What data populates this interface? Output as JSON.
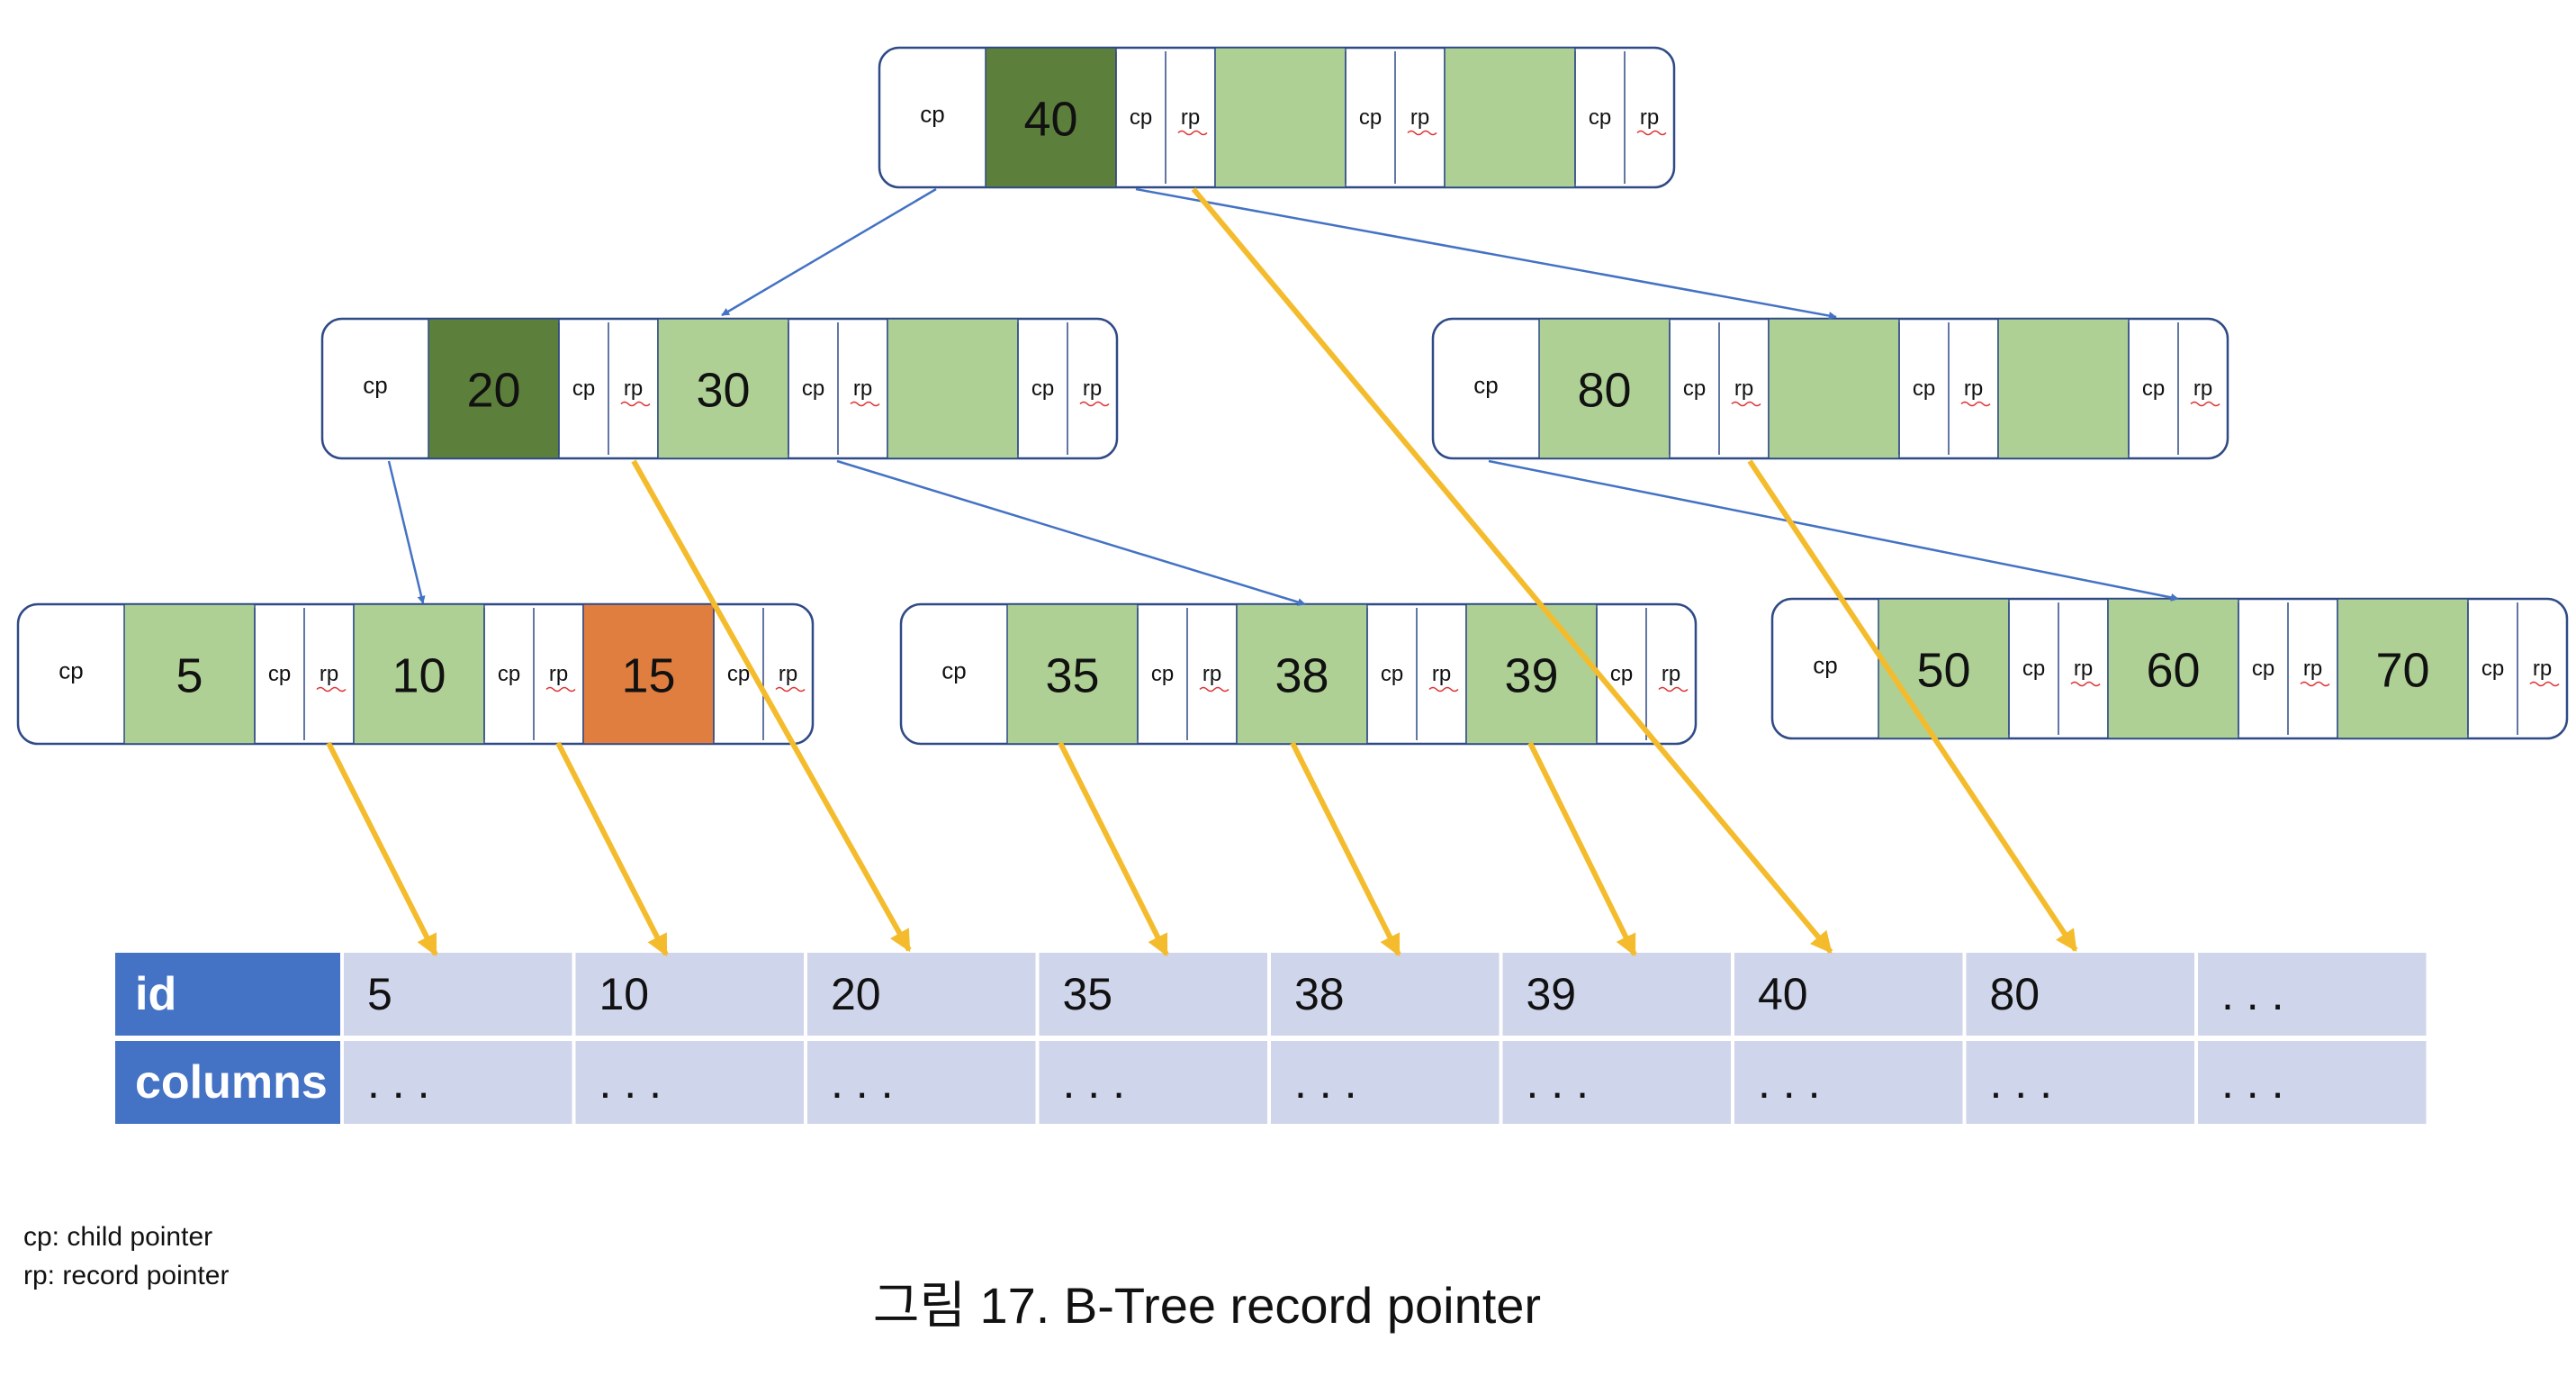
{
  "labels": {
    "cp": "cp",
    "rp": "rp"
  },
  "colors": {
    "key_light": "#aed095",
    "key_dark": "#5c7f3c",
    "key_highlight": "#e07e40",
    "node_border": "#2f4a86",
    "child_arrow": "#4472c4",
    "record_arrow": "#f4bc2d",
    "table_header": "#4472c4",
    "table_cell": "#cfd5ea"
  },
  "tree": {
    "root": {
      "keys": [
        "40",
        "",
        ""
      ],
      "styles": [
        "dark",
        "light",
        "light"
      ]
    },
    "level1": [
      {
        "keys": [
          "20",
          "30",
          ""
        ],
        "styles": [
          "dark",
          "light",
          "light"
        ]
      },
      {
        "keys": [
          "80",
          "",
          ""
        ],
        "styles": [
          "light",
          "light",
          "light"
        ]
      }
    ],
    "leaves": [
      {
        "keys": [
          "5",
          "10",
          "15"
        ],
        "styles": [
          "light",
          "light",
          "highlight"
        ]
      },
      {
        "keys": [
          "35",
          "38",
          "39"
        ],
        "styles": [
          "light",
          "light",
          "light"
        ]
      },
      {
        "keys": [
          "50",
          "60",
          "70"
        ],
        "styles": [
          "light",
          "light",
          "light"
        ]
      }
    ]
  },
  "table": {
    "headers": [
      "id",
      "columns"
    ],
    "ids": [
      "5",
      "10",
      "20",
      "35",
      "38",
      "39",
      "40",
      "80",
      ". . ."
    ],
    "columns": [
      ". . .",
      ". . .",
      ". . .",
      ". . .",
      ". . .",
      ". . .",
      ". . .",
      ". . .",
      ". . ."
    ]
  },
  "legend": {
    "cp": "cp: child pointer",
    "rp": "rp: record pointer"
  },
  "caption": "그림 17. B-Tree record pointer"
}
